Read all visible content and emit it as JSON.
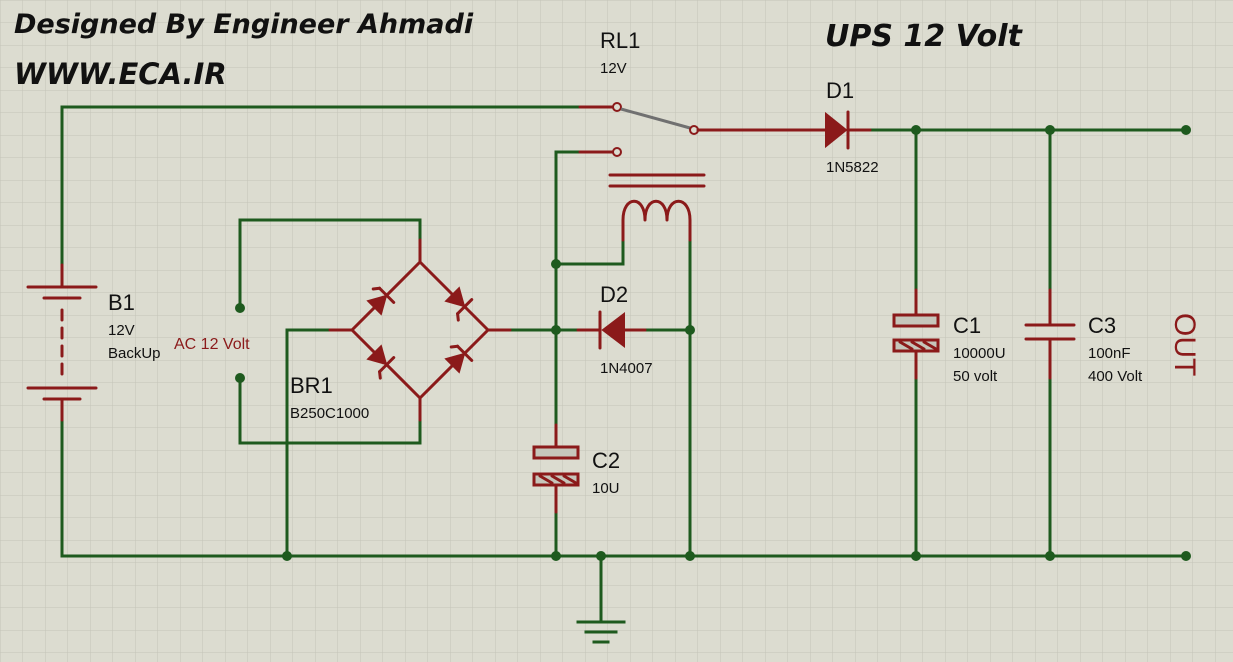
{
  "header": {
    "designer": "Designed By Engineer Ahmadi",
    "website": "WWW.ECA.IR",
    "title": "UPS 12 Volt"
  },
  "components": {
    "relay": {
      "ref": "RL1",
      "value": "12V"
    },
    "diode_d1": {
      "ref": "D1",
      "value": "1N5822"
    },
    "battery": {
      "ref": "B1",
      "value": "12V",
      "extra": "BackUp"
    },
    "ac_source": {
      "label": "AC 12 Volt"
    },
    "bridge": {
      "ref": "BR1",
      "value": "B250C1000"
    },
    "diode_d2": {
      "ref": "D2",
      "value": "1N4007"
    },
    "cap_c1": {
      "ref": "C1",
      "value": "10000U",
      "rating": "50 volt"
    },
    "cap_c2": {
      "ref": "C2",
      "value": "10U"
    },
    "cap_c3": {
      "ref": "C3",
      "value": "100nF",
      "rating": "400 Volt"
    }
  },
  "output": {
    "label": "OUT"
  },
  "colors": {
    "background": "#dcdcd0",
    "grid": "#c4c4b8",
    "wire": "#1e5a1e",
    "component": "#8b1a1a",
    "switch_arm": "#707070"
  }
}
